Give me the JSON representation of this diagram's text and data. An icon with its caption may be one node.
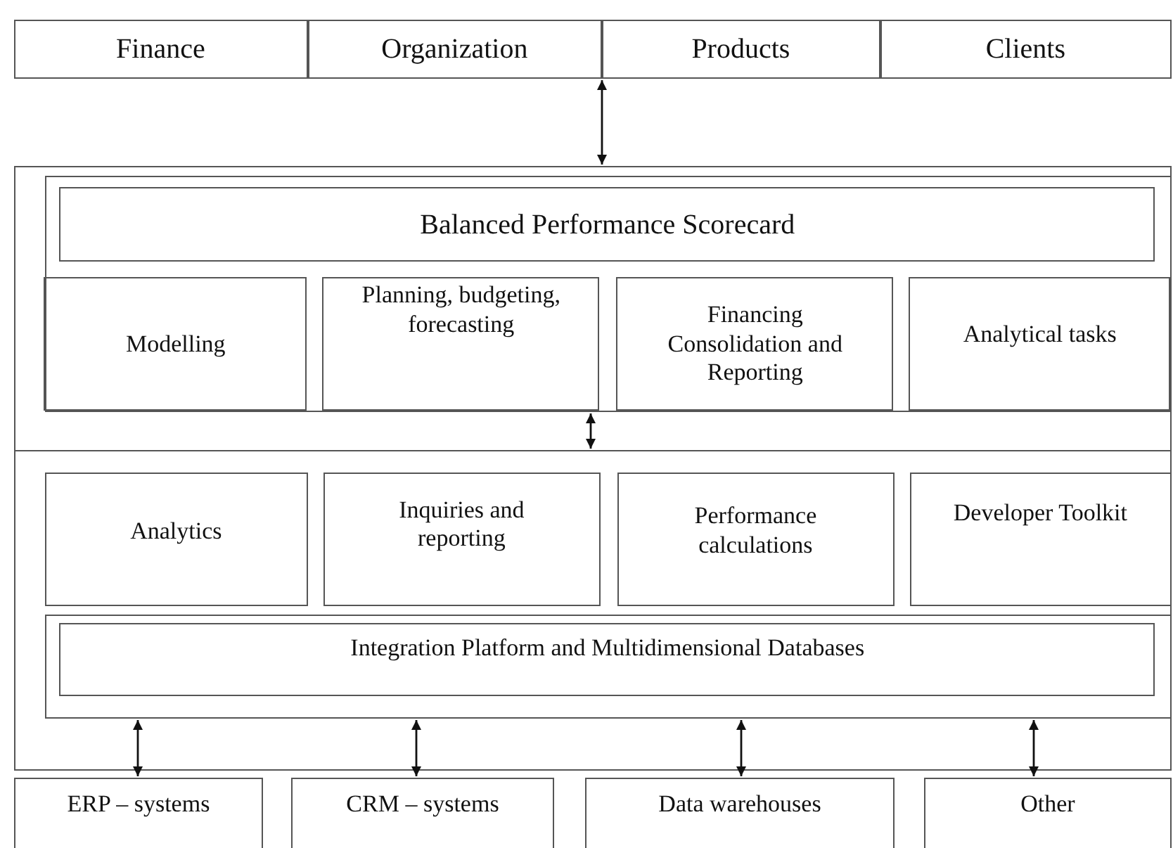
{
  "diagram": {
    "nodes": [
      {
        "text": [],
        "shape": "box"
      },
      {
        "text": [
          "Finance"
        ],
        "in": 0
      },
      {
        "text": [
          "Organization"
        ],
        "in": 0
      },
      {
        "text": [
          "Products"
        ],
        "in": 0
      },
      {
        "text": [
          "Clients"
        ],
        "in": 0
      },
      {
        "text": [],
        "shape": "box"
      },
      {
        "text": [],
        "shape": "box",
        "in": 5
      },
      {
        "text": [
          "Balanced Performance Scorecard"
        ],
        "in": 6
      },
      {
        "text": [
          "Modelling"
        ],
        "in": 6
      },
      {
        "text": [
          "Planning, budgeting, forecasting"
        ],
        "in": 6
      },
      {
        "text": [
          "Financing Consolidation and Reporting"
        ],
        "in": 6
      },
      {
        "text": [
          "Analytical tasks"
        ],
        "in": 6
      },
      {
        "text": [],
        "shape": "box"
      },
      {
        "text": [
          "Analytics"
        ],
        "in": 12
      },
      {
        "text": [
          "Inquiries and reporting"
        ],
        "in": 12
      },
      {
        "text": [
          "Performance calculations"
        ],
        "in": 12
      },
      {
        "text": [
          "Developer Toolkit"
        ],
        "in": 12
      },
      {
        "text": [],
        "shape": "box",
        "in": 12
      },
      {
        "text": [
          "Integration Platform and Multidimensional Databases"
        ],
        "in": 17
      },
      {
        "text": [
          "ERP – systems"
        ]
      },
      {
        "text": [
          "CRM – systems"
        ]
      },
      {
        "text": [
          "Data warehouses"
        ]
      },
      {
        "text": [
          "Other"
        ]
      }
    ],
    "edges": [
      {
        "from": 0,
        "to": 5,
        "arrow": "both"
      },
      {
        "from": 6,
        "to": 12,
        "arrow": "both"
      },
      {
        "from": 17,
        "to": 19,
        "arrow": "both"
      },
      {
        "from": 17,
        "to": 20,
        "arrow": "both"
      },
      {
        "from": 17,
        "to": 21,
        "arrow": "both"
      },
      {
        "from": 17,
        "to": 22,
        "arrow": "both"
      }
    ]
  }
}
